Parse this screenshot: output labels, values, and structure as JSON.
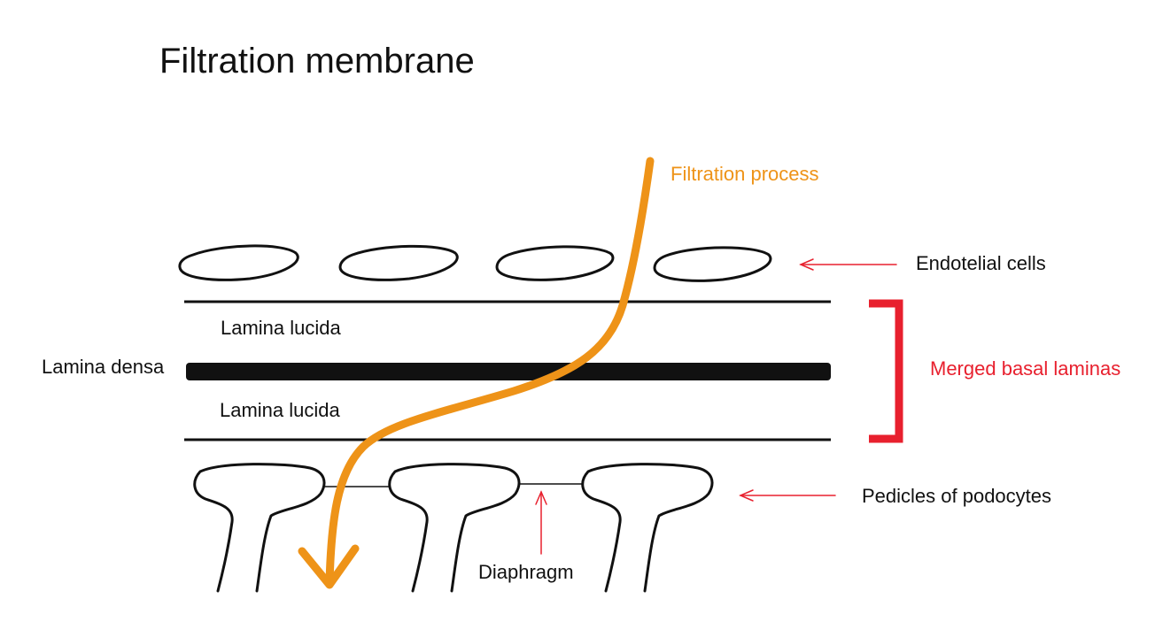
{
  "title": "Filtration membrane",
  "colors": {
    "ink": "#111111",
    "accent_red": "#e8202e",
    "filtration_orange": "#ee9318"
  },
  "labels": {
    "filtration_process": "Filtration process",
    "endothelial_cells": "Endotelial cells",
    "lamina_lucida_top": "Lamina lucida",
    "lamina_densa": "Lamina densa",
    "lamina_lucida_bottom": "Lamina lucida",
    "merged_basal_laminas": "Merged basal laminas",
    "pedicles_of_podocytes": "Pedicles of podocytes",
    "diaphragm": "Diaphragm"
  },
  "structures": {
    "endothelial_cell_count": 4,
    "podocyte_pedicle_count": 3,
    "diaphragm_count": 2
  }
}
